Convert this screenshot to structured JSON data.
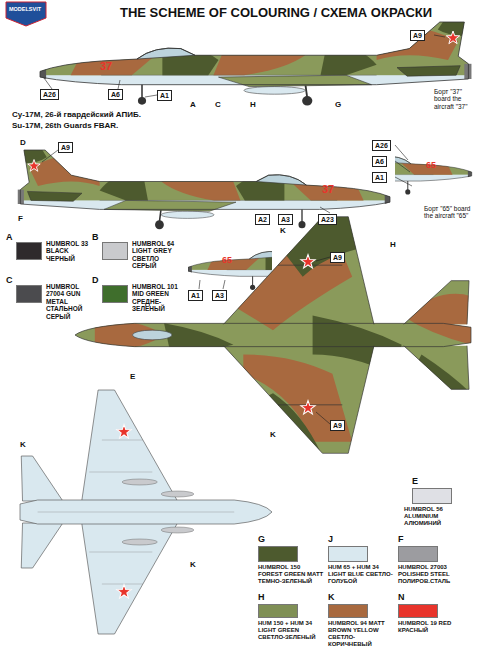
{
  "diagram": {
    "title": "THE SCHEME OF COLOURING / СХЕМА ОКРАСКИ",
    "nodes": [
      {
        "text": [
          "A9"
        ]
      },
      {
        "text": [
          "A26"
        ]
      },
      {
        "text": [
          "A6"
        ]
      },
      {
        "text": [
          "A1"
        ]
      },
      {
        "text": [
          "A9"
        ]
      },
      {
        "text": [
          "A23"
        ]
      },
      {
        "text": [
          "A2"
        ]
      },
      {
        "text": [
          "A3"
        ]
      },
      {
        "text": [
          "A26"
        ]
      },
      {
        "text": [
          "A6"
        ]
      },
      {
        "text": [
          "A1"
        ]
      },
      {
        "text": [
          "A1"
        ]
      },
      {
        "text": [
          "A3"
        ]
      },
      {
        "text": [
          "A9"
        ]
      },
      {
        "text": [
          "A9"
        ]
      }
    ],
    "labels": [
      "MODELSVIT",
      "Су-17М, 26-й гвардейский АПИБ.",
      "Su-17M, 26th Guards FBAR.",
      "Борт \"37\" board the aircraft \"37\"",
      "Борт \"65\" board the aircraft \"65\"",
      "37",
      "37",
      "65",
      "65",
      "A",
      "B",
      "C",
      "D",
      "E",
      "F",
      "G",
      "J",
      "H",
      "K",
      "N",
      "H",
      "G",
      "C",
      "A",
      "D",
      "F",
      "K",
      "H",
      "K",
      "E",
      "K",
      "K"
    ],
    "legend": [
      {
        "text": "HUMBROL 33 BLACK ЧЕРНЫЙ",
        "color": "#2e2a2c"
      },
      {
        "text": "HUMBROL 64 LIGHT GREY СВЕТЛО СЕРЫЙ",
        "color": "#c9cacd"
      },
      {
        "text": "HUMBROL 27004 GUN METAL СТАЛЬНОЙ СЕРЫЙ",
        "color": "#4b4b4e"
      },
      {
        "text": "HUMBROL 101 MID GREEN СРЕДНЕ-ЗЕЛЕНЫЙ",
        "color": "#3f6e2c"
      },
      {
        "text": "HUMBROL 56 ALUMINIUM АЛЮМИНИЙ",
        "color": "#dfe0e5"
      },
      {
        "text": "HUMBROL 27003 POLISHED STEEL ПОЛИРОВ.СТАЛЬ",
        "color": "#9c9ca0"
      },
      {
        "text": "HUMBROL 150 FOREST GREEN MATT ТЕМНО-ЗЕЛЕНЫЙ",
        "color": "#4d5a2e"
      },
      {
        "text": "HUM 65 + HUM 34 LIGHT BLUE СВЕТЛО-ГОЛУБОЙ",
        "color": "#d9e8ef"
      },
      {
        "text": "HUM 150 + HUM 34 LIGHT GREEN СВЕТЛО-ЗЕЛЕНЫЙ",
        "color": "#7f8f55"
      },
      {
        "text": "HUMBROL 94 MATT BROWN YELLOW СВЕТЛО-КОРИЧНЕВЫЙ",
        "color": "#a8693f"
      },
      {
        "text": "HUMBROL 19 RED КРАСНЫЙ",
        "color": "#e8342b"
      }
    ]
  }
}
